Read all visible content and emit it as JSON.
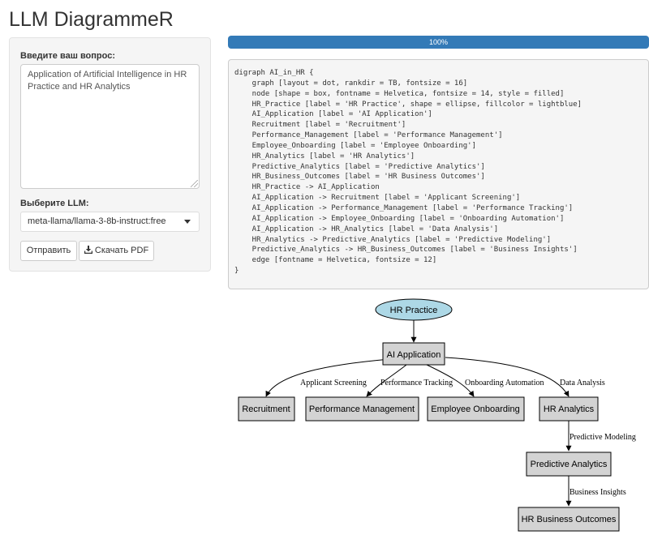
{
  "app": {
    "title": "LLM DiagrammeR"
  },
  "sidebar": {
    "question_label": "Введите ваш вопрос:",
    "question_value": "Application of Artificial Intelligence in HR Practice and HR Analytics",
    "llm_label": "Выберите LLM:",
    "llm_selected": "meta-llama/llama-3-8b-instruct:free",
    "submit_label": "Отправить",
    "download_label": "Скачать PDF",
    "download_icon": "download-icon"
  },
  "progress": {
    "value_percent": 100,
    "label": "100%",
    "color": "#337ab7"
  },
  "code": {
    "lines": [
      "digraph AI_in_HR {",
      "    graph [layout = dot, rankdir = TB, fontsize = 16]",
      "    node [shape = box, fontname = Helvetica, fontsize = 14, style = filled]",
      "    HR_Practice [label = 'HR Practice', shape = ellipse, fillcolor = lightblue]",
      "    AI_Application [label = 'AI Application']",
      "    Recruitment [label = 'Recruitment']",
      "    Performance_Management [label = 'Performance Management']",
      "    Employee_Onboarding [label = 'Employee Onboarding']",
      "    HR_Analytics [label = 'HR Analytics']",
      "    Predictive_Analytics [label = 'Predictive Analytics']",
      "    HR_Business_Outcomes [label = 'HR Business Outcomes']",
      "    HR_Practice -> AI_Application",
      "    AI_Application -> Recruitment [label = 'Applicant Screening']",
      "    AI_Application -> Performance_Management [label = 'Performance Tracking']",
      "    AI_Application -> Employee_Onboarding [label = 'Onboarding Automation']",
      "    AI_Application -> HR_Analytics [label = 'Data Analysis']",
      "    HR_Analytics -> Predictive_Analytics [label = 'Predictive Modeling']",
      "    Predictive_Analytics -> HR_Business_Outcomes [label = 'Business Insights']",
      "    edge [fontname = Helvetica, fontsize = 12]",
      "}"
    ]
  },
  "diagram": {
    "colors": {
      "ellipse_fill": "#add8e6",
      "box_fill": "#d3d3d3",
      "stroke": "#000000"
    },
    "nodes": {
      "hr_practice": "HR Practice",
      "ai_application": "AI Application",
      "recruitment": "Recruitment",
      "performance_management": "Performance Management",
      "employee_onboarding": "Employee Onboarding",
      "hr_analytics": "HR Analytics",
      "predictive_analytics": "Predictive Analytics",
      "hr_business_outcomes": "HR Business Outcomes"
    },
    "edges": {
      "applicant_screening": "Applicant Screening",
      "performance_tracking": "Performance Tracking",
      "onboarding_automation": "Onboarding Automation",
      "data_analysis": "Data Analysis",
      "predictive_modeling": "Predictive Modeling",
      "business_insights": "Business Insights"
    }
  }
}
